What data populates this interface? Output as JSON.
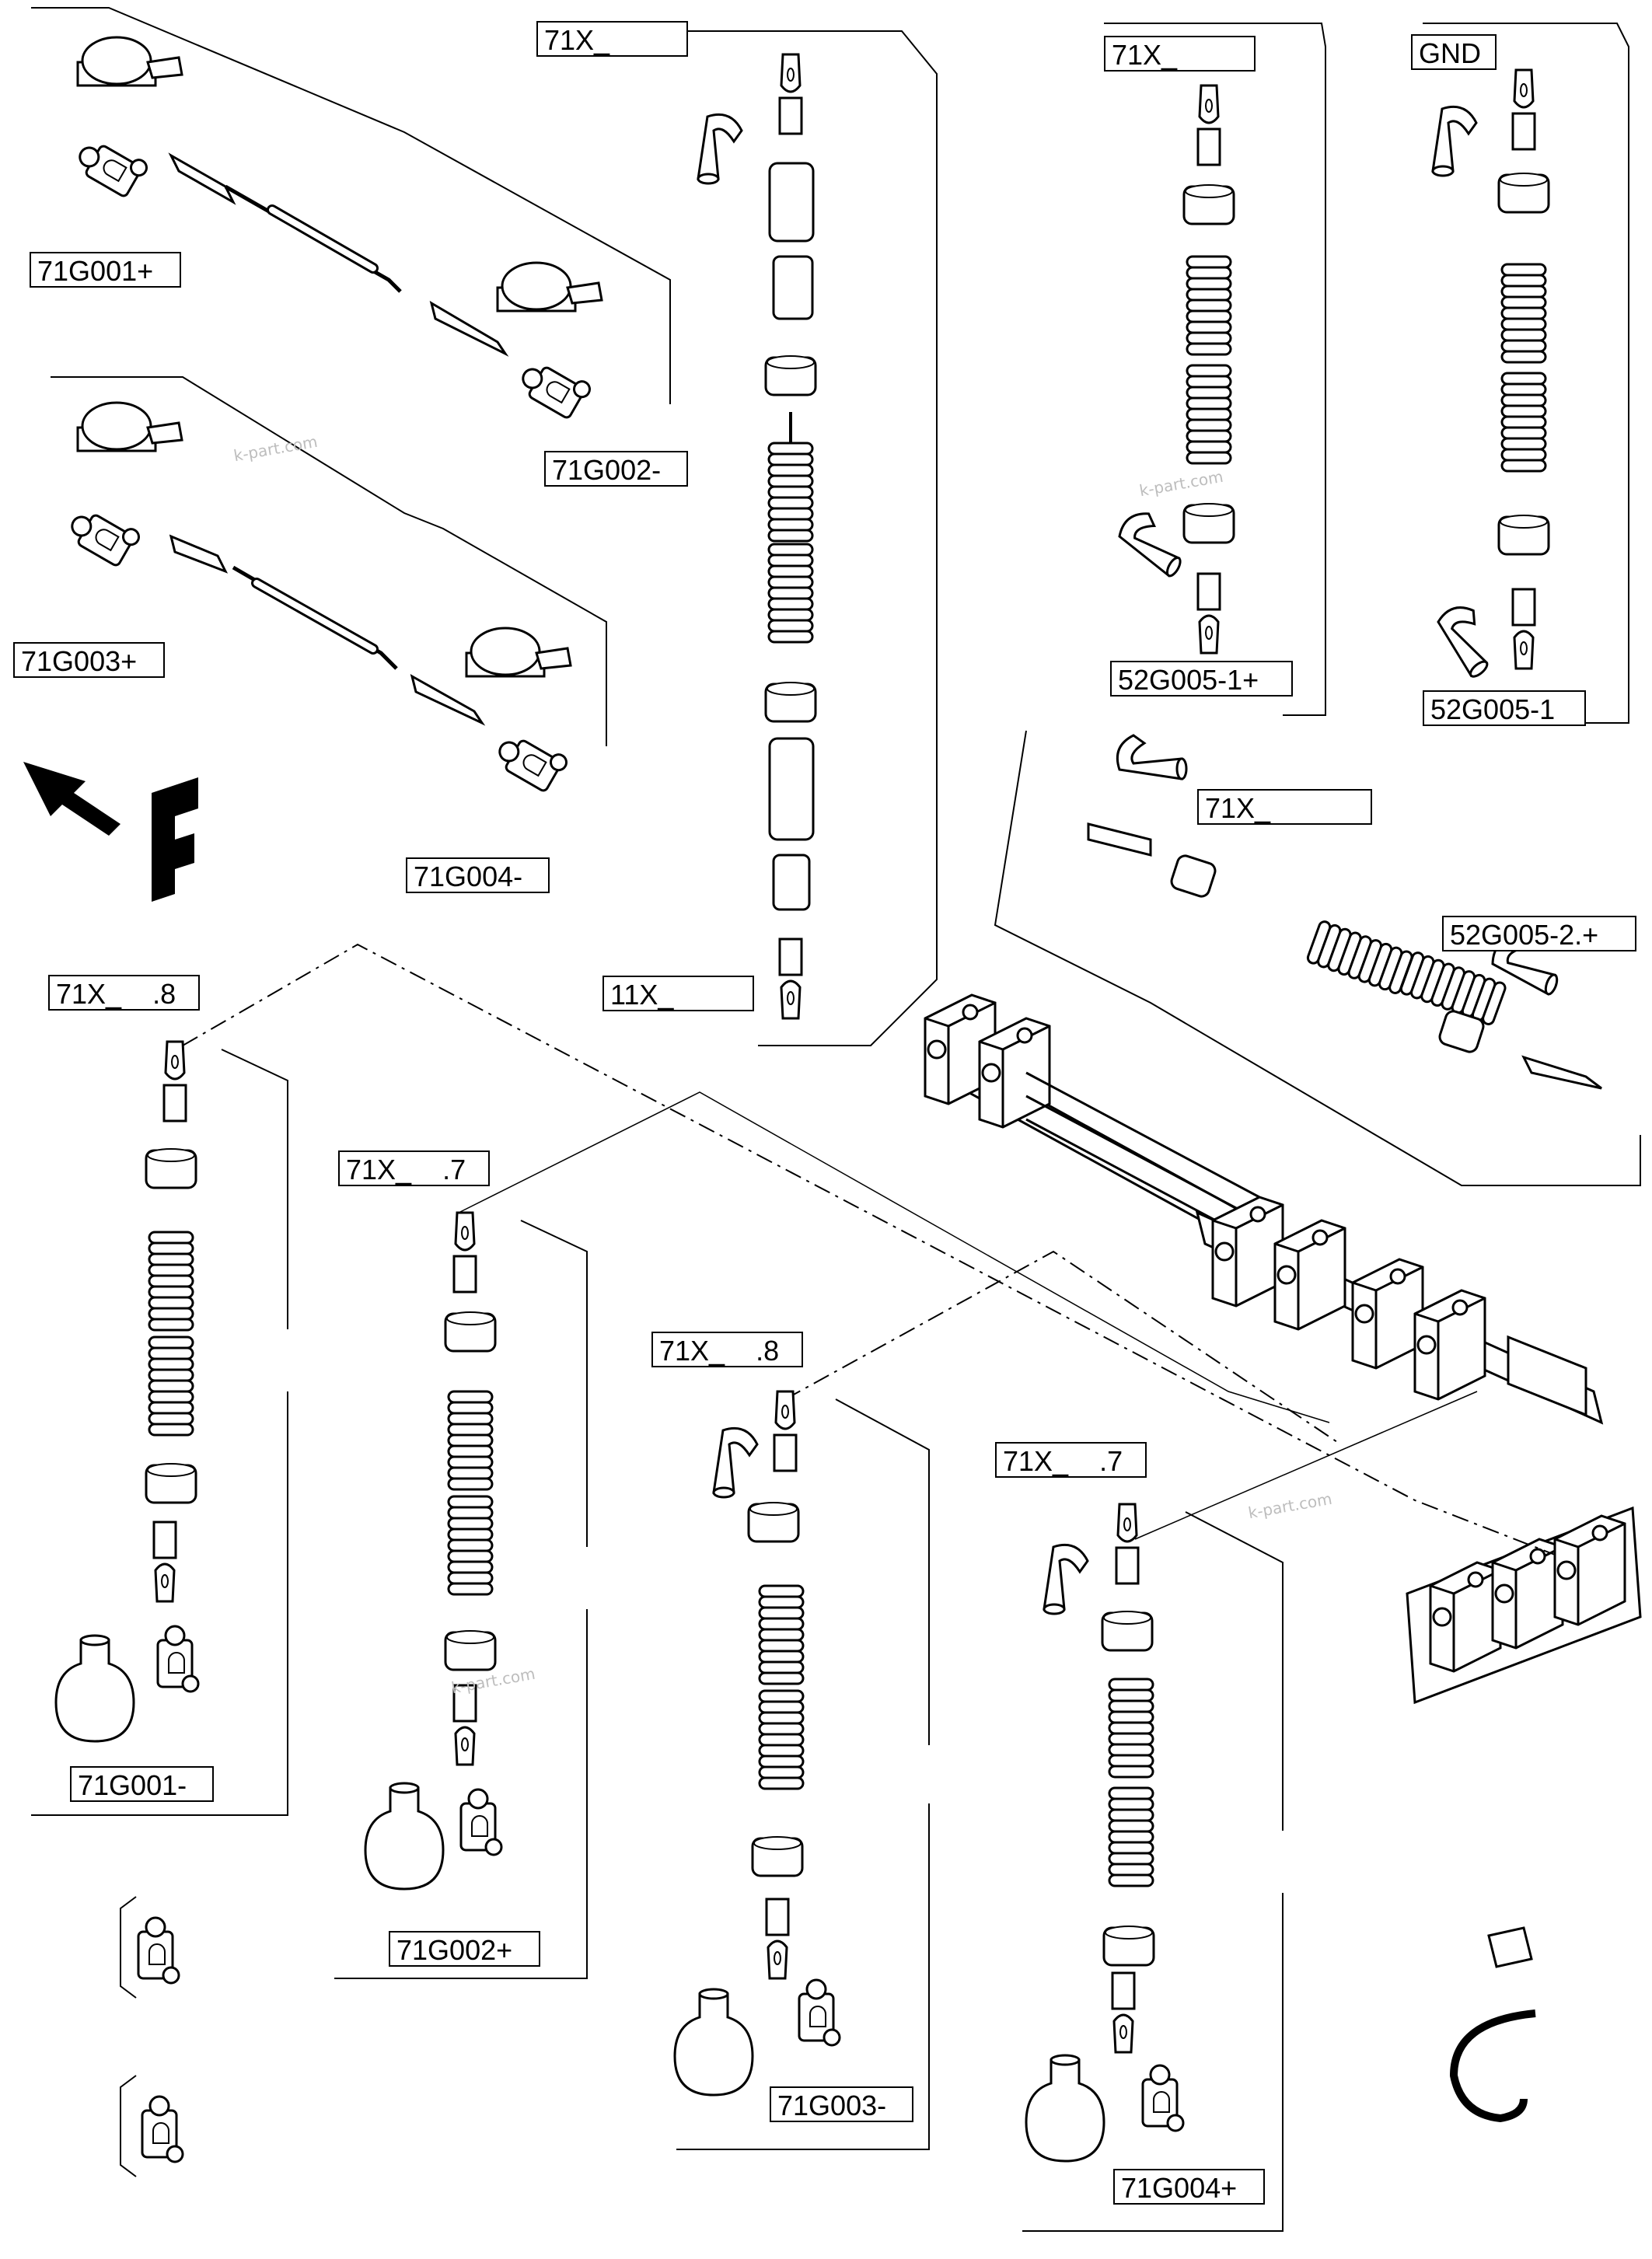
{
  "labels": {
    "t_top_center": "71X_",
    "t_top_mid_right": "71X_",
    "gnd": "GND",
    "g001p": "71G001+",
    "g002m": "71G002-",
    "g003p": "71G003+",
    "g004m": "71G004-",
    "t11x": "11X_",
    "g52_1p": "52G005-1+",
    "g52_1": "52G005-1",
    "t_right_mid": "71X_",
    "g52_2p": "52G005-2.+",
    "t_left_8": "71X_    .8",
    "t_mid_7": "71X_    .7",
    "t_center_8": "71X_    .8",
    "t_right_7": "71X_    .7",
    "g001m": "71G001-",
    "g002p": "71G002+",
    "g003m": "71G003-",
    "g004p": "71G004+"
  },
  "direction_mark": "F",
  "watermark": "k-part.com"
}
